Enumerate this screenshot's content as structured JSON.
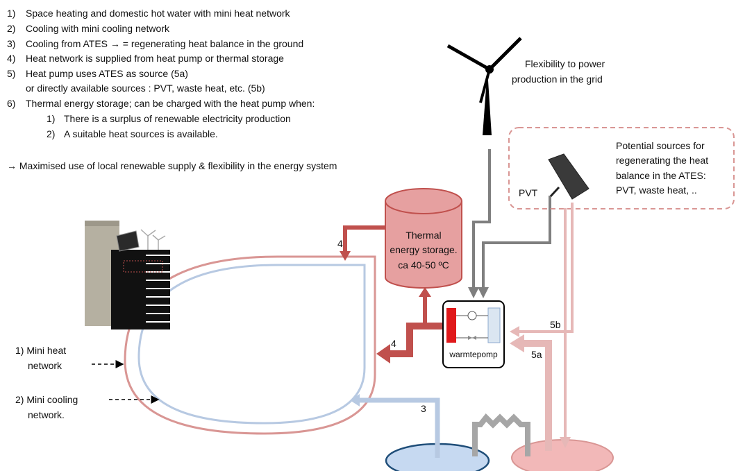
{
  "legend_list": {
    "items": [
      {
        "num": "1)",
        "text": "Space heating and domestic hot water with mini heat network"
      },
      {
        "num": "2)",
        "text": "Cooling with mini cooling network"
      },
      {
        "num": "3)",
        "text": "Cooling from ATES → = regenerating heat balance in the ground"
      },
      {
        "num": "4)",
        "text": "Heat network is supplied from heat pump or thermal storage"
      },
      {
        "num": "5)",
        "text": "Heat pump uses ATES as source (5a)"
      },
      {
        "num": "",
        "text": "or directly available sources : PVT, waste heat, etc.  (5b)"
      },
      {
        "num": "6)",
        "text": "Thermal energy storage; can be charged with the heat pump when:"
      }
    ],
    "subitems": [
      {
        "num": "1)",
        "text": "There is a surplus of renewable electricity production"
      },
      {
        "num": "2)",
        "text": "A suitable heat sources is available."
      }
    ],
    "summary": "→ Maximised use of local renewable supply & flexibility in the energy system"
  },
  "labels": {
    "flexibility_line1": "Flexibility to power",
    "flexibility_line2": "production in the grid",
    "potential_line1": "Potential sources for",
    "potential_line2": "regenerating the heat",
    "potential_line3": "balance in the ATES:",
    "potential_line4": "PVT, waste heat, ..",
    "pvt": "PVT",
    "storage_line1": "Thermal",
    "storage_line2": "energy storage.",
    "storage_line3": "ca 40-50 ºC",
    "heat_pump": "warmtepomp",
    "heat_network_line1": "1) Mini heat",
    "heat_network_line2": "network",
    "cooling_network_line1": "2) Mini cooling",
    "cooling_network_line2": "network.",
    "num_4_top": "4",
    "num_4_mid": "4",
    "num_5b": "5b",
    "num_5a": "5a",
    "num_3": "3"
  },
  "colors": {
    "heat_pipe": "#d99694",
    "cool_pipe": "#b7c9e2",
    "dark_red": "#c0504d",
    "storage_fill": "#e6a0a0",
    "pink": "#e6b8b7",
    "gray": "#7f7f7f",
    "dashed_box": "#d99694",
    "ates_cold": "#c6d9f1",
    "ates_cold_stroke": "#1f4e79",
    "ates_warm": "#f2b8b8",
    "ates_warm_stroke": "#d99694"
  }
}
